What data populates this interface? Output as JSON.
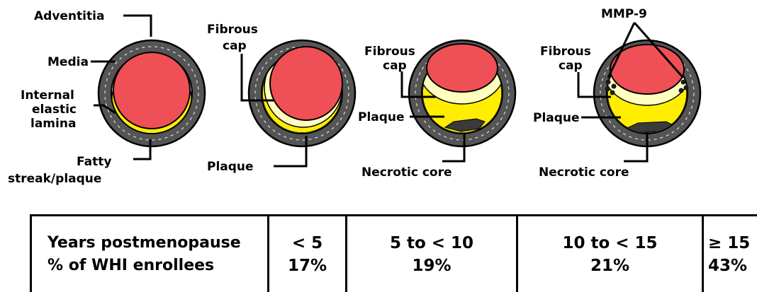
{
  "labels": {
    "adventitia": "Adventitia",
    "media": "Media",
    "internal_elastic_lamina": [
      "Internal",
      "elastic",
      "lamina"
    ],
    "fatty_streak": [
      "Fatty",
      "streak/plaque"
    ],
    "fibrous_cap": [
      "Fibrous",
      "cap"
    ],
    "plaque": "Plaque",
    "necrotic_core": "Necrotic core",
    "mmp9": "MMP-9"
  },
  "table": {
    "row_labels": [
      "Years postmenopause",
      "% of WHI enrollees"
    ],
    "columns": [
      {
        "years": "< 5",
        "percent": "17%"
      },
      {
        "years": "5 to < 10",
        "percent": "19%"
      },
      {
        "years": "10 to < 15",
        "percent": "21%"
      },
      {
        "years": "≥ 15",
        "percent": "43%"
      }
    ]
  },
  "colors": {
    "lumen": "#ef5055",
    "plaque": "#ffee00",
    "fibrous_cap": "#ffffc0",
    "vessel_wall": "#555555",
    "necrotic_core": "#3a3a3a"
  }
}
